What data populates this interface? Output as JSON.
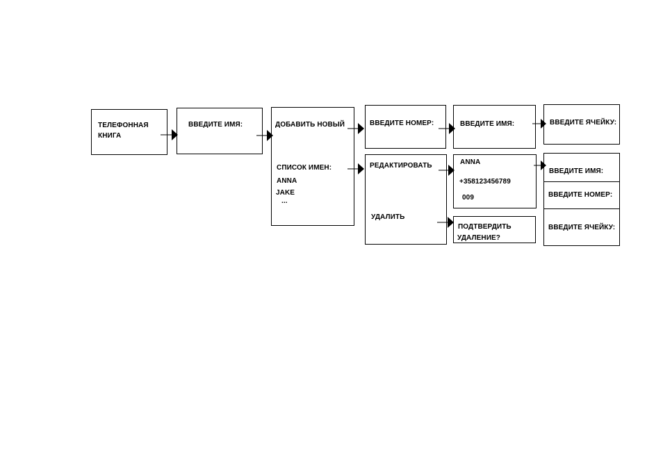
{
  "phonebook": {
    "line1": "ТЕЛЕФОННАЯ",
    "line2": "КНИГА"
  },
  "enter_name_1": "ВВЕДИТЕ ИМЯ:",
  "menu": {
    "add_new": "ДОБАВИТЬ НОВЫЙ",
    "name_list": "СПИСОК ИМЕН:",
    "names": [
      "ANNA",
      "JAKE",
      "..."
    ]
  },
  "add_flow": {
    "enter_number": "ВВЕДИТЕ НОМЕР:",
    "enter_name": "ВВЕДИТЕ ИМЯ:",
    "enter_cell": "ВВЕДИТЕ ЯЧЕЙКУ:"
  },
  "actions": {
    "edit": "РЕДАКТИРОВАТЬ",
    "delete": "УДАЛИТЬ"
  },
  "record": {
    "name": "ANNA",
    "number": "+358123456789",
    "cell": "009"
  },
  "edit_flow": {
    "enter_name": "ВВЕДИТЕ ИМЯ:",
    "enter_number": "ВВЕДИТЕ НОМЕР:",
    "enter_cell": "ВВЕДИТЕ ЯЧЕЙКУ:"
  },
  "confirm": {
    "line1": "ПОДТВЕРДИТЬ",
    "line2": "УДАЛЕНИЕ?"
  }
}
